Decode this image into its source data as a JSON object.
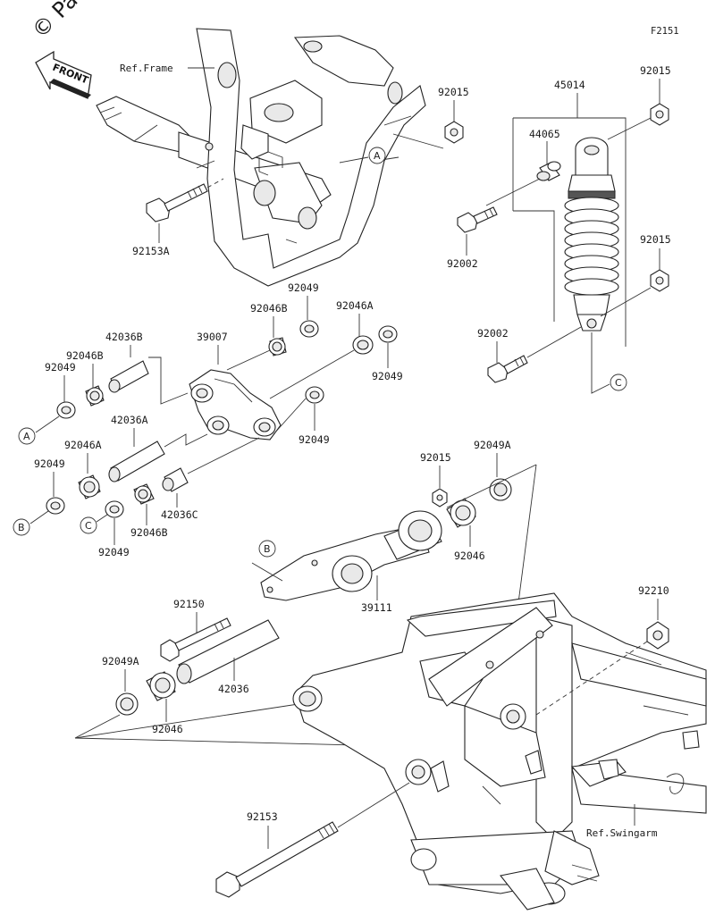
{
  "watermark": "© Pa",
  "figure_code": "F2151",
  "front_label": "FRONT",
  "refs": {
    "frame": "Ref.Frame",
    "swingarm": "Ref.Swingarm"
  },
  "callouts": {
    "a": "A",
    "b": "B",
    "c": "C"
  },
  "parts": {
    "p92153A": "92153A",
    "p92015_top": "92015",
    "p45014": "45014",
    "p92015_shock_top": "92015",
    "p44065": "44065",
    "p92002_upper": "92002",
    "p92015_shock_mid": "92015",
    "p92002_lower": "92002",
    "p92049_top": "92049",
    "p92046B_top": "92046B",
    "p92046A_top": "92046A",
    "p42036B": "42036B",
    "p39007": "39007",
    "p92046B_left": "92046B",
    "p92049_left": "92049",
    "p92049_right": "92049",
    "p92049_mid": "92049",
    "p42036A": "42036A",
    "p92046A_left": "92046A",
    "p92049_lower_left": "92049",
    "p42036C": "42036C",
    "p92046B_bottom": "92046B",
    "p92049_bottom": "92049",
    "p92015_link": "92015",
    "p92049A_top": "92049A",
    "p92046_right": "92046",
    "p39111": "39111",
    "p92150": "92150",
    "p92210": "92210",
    "p92049A_left": "92049A",
    "p42036": "42036",
    "p92046_left": "92046",
    "p92153": "92153"
  }
}
